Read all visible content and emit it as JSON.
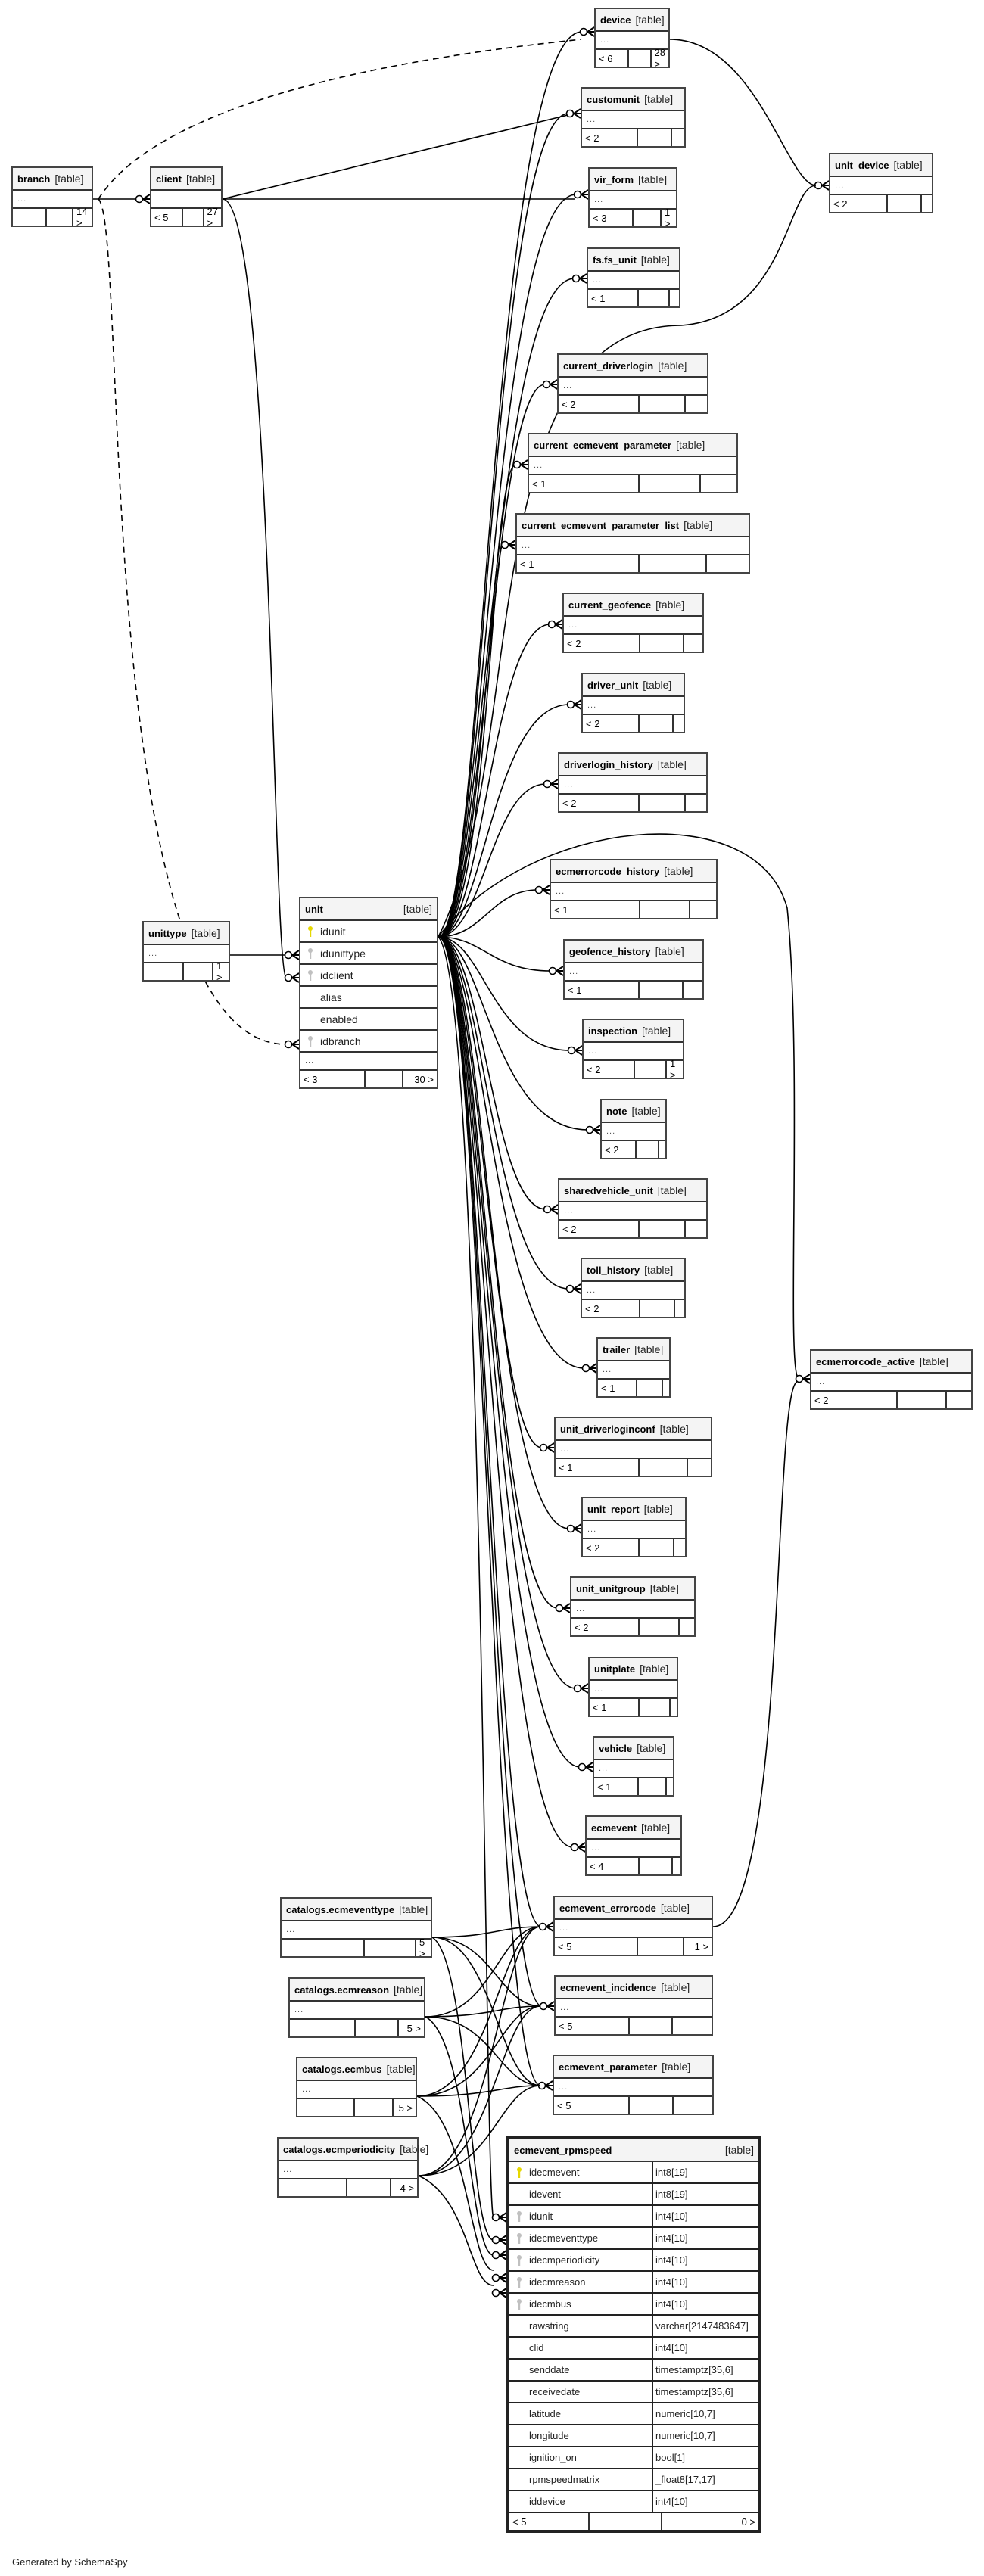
{
  "footer": {
    "generated_by": "Generated by SchemaSpy"
  },
  "type_label": "[table]",
  "ellipsis": "...",
  "tables": {
    "device": {
      "name": "device",
      "footer": [
        "< 6",
        "",
        "28 >"
      ]
    },
    "customunit": {
      "name": "customunit",
      "footer": [
        "< 2",
        "",
        ""
      ]
    },
    "vir_form": {
      "name": "vir_form",
      "footer": [
        "< 3",
        "",
        "1 >"
      ]
    },
    "fs_unit": {
      "name": "fs.fs_unit",
      "footer": [
        "< 1",
        "",
        ""
      ]
    },
    "unit_device": {
      "name": "unit_device",
      "footer": [
        "< 2",
        "",
        ""
      ]
    },
    "branch": {
      "name": "branch",
      "footer": [
        "",
        "",
        "14 >"
      ]
    },
    "client": {
      "name": "client",
      "footer": [
        "< 5",
        "",
        "27 >"
      ]
    },
    "current_driverlogin": {
      "name": "current_driverlogin",
      "footer": [
        "< 2",
        "",
        ""
      ]
    },
    "current_ecmevent_parameter": {
      "name": "current_ecmevent_parameter",
      "footer": [
        "< 1",
        "",
        ""
      ]
    },
    "current_ecmevent_parameter_list": {
      "name": "current_ecmevent_parameter_list",
      "footer": [
        "< 1",
        "",
        ""
      ]
    },
    "current_geofence": {
      "name": "current_geofence",
      "footer": [
        "< 2",
        "",
        ""
      ]
    },
    "driver_unit": {
      "name": "driver_unit",
      "footer": [
        "< 2",
        "",
        ""
      ]
    },
    "driverlogin_history": {
      "name": "driverlogin_history",
      "footer": [
        "< 2",
        "",
        ""
      ]
    },
    "ecmerrorcode_history": {
      "name": "ecmerrorcode_history",
      "footer": [
        "< 1",
        "",
        ""
      ]
    },
    "geofence_history": {
      "name": "geofence_history",
      "footer": [
        "< 1",
        "",
        ""
      ]
    },
    "inspection": {
      "name": "inspection",
      "footer": [
        "< 2",
        "",
        "1 >"
      ]
    },
    "note": {
      "name": "note",
      "footer": [
        "< 2",
        "",
        ""
      ]
    },
    "sharedvehicle_unit": {
      "name": "sharedvehicle_unit",
      "footer": [
        "< 2",
        "",
        ""
      ]
    },
    "toll_history": {
      "name": "toll_history",
      "footer": [
        "< 2",
        "",
        ""
      ]
    },
    "trailer": {
      "name": "trailer",
      "footer": [
        "< 1",
        "",
        ""
      ]
    },
    "unit_driverloginconf": {
      "name": "unit_driverloginconf",
      "footer": [
        "< 1",
        "",
        ""
      ]
    },
    "unit_report": {
      "name": "unit_report",
      "footer": [
        "< 2",
        "",
        ""
      ]
    },
    "unit_unitgroup": {
      "name": "unit_unitgroup",
      "footer": [
        "< 2",
        "",
        ""
      ]
    },
    "unitplate": {
      "name": "unitplate",
      "footer": [
        "< 1",
        "",
        ""
      ]
    },
    "vehicle": {
      "name": "vehicle",
      "footer": [
        "< 1",
        "",
        ""
      ]
    },
    "ecmevent": {
      "name": "ecmevent",
      "footer": [
        "< 4",
        "",
        ""
      ]
    },
    "ecmevent_errorcode": {
      "name": "ecmevent_errorcode",
      "footer": [
        "< 5",
        "",
        "1 >"
      ]
    },
    "ecmevent_incidence": {
      "name": "ecmevent_incidence",
      "footer": [
        "< 5",
        "",
        ""
      ]
    },
    "ecmevent_parameter": {
      "name": "ecmevent_parameter",
      "footer": [
        "< 5",
        "",
        ""
      ]
    },
    "ecmerrorcode_active": {
      "name": "ecmerrorcode_active",
      "footer": [
        "< 2",
        "",
        ""
      ]
    },
    "unittype": {
      "name": "unittype",
      "footer": [
        "",
        "",
        "1 >"
      ]
    },
    "catalogs_ecmeventtype": {
      "name": "catalogs.ecmeventtype",
      "footer": [
        "",
        "",
        "5 >"
      ]
    },
    "catalogs_ecmreason": {
      "name": "catalogs.ecmreason",
      "footer": [
        "",
        "",
        "5 >"
      ]
    },
    "catalogs_ecmbus": {
      "name": "catalogs.ecmbus",
      "footer": [
        "",
        "",
        "5 >"
      ]
    },
    "catalogs_ecmperiodicity": {
      "name": "catalogs.ecmperiodicity",
      "footer": [
        "",
        "",
        "4 >"
      ]
    },
    "unit": {
      "name": "unit",
      "columns": [
        {
          "name": "idunit",
          "key": "primary"
        },
        {
          "name": "idunittype",
          "key": "foreign"
        },
        {
          "name": "idclient",
          "key": "foreign"
        },
        {
          "name": "alias",
          "key": ""
        },
        {
          "name": "enabled",
          "key": ""
        },
        {
          "name": "idbranch",
          "key": "foreign"
        }
      ],
      "footer": [
        "< 3",
        "",
        "30 >"
      ]
    },
    "ecmevent_rpmspeed": {
      "name": "ecmevent_rpmspeed",
      "columns": [
        {
          "name": "idecmevent",
          "type": "int8[19]",
          "key": "primary"
        },
        {
          "name": "idevent",
          "type": "int8[19]",
          "key": ""
        },
        {
          "name": "idunit",
          "type": "int4[10]",
          "key": "foreign"
        },
        {
          "name": "idecmeventtype",
          "type": "int4[10]",
          "key": "foreign"
        },
        {
          "name": "idecmperiodicity",
          "type": "int4[10]",
          "key": "foreign"
        },
        {
          "name": "idecmreason",
          "type": "int4[10]",
          "key": "foreign"
        },
        {
          "name": "idecmbus",
          "type": "int4[10]",
          "key": "foreign"
        },
        {
          "name": "rawstring",
          "type": "varchar[2147483647]",
          "key": ""
        },
        {
          "name": "clid",
          "type": "int4[10]",
          "key": ""
        },
        {
          "name": "senddate",
          "type": "timestamptz[35,6]",
          "key": ""
        },
        {
          "name": "receivedate",
          "type": "timestamptz[35,6]",
          "key": ""
        },
        {
          "name": "latitude",
          "type": "numeric[10,7]",
          "key": ""
        },
        {
          "name": "longitude",
          "type": "numeric[10,7]",
          "key": ""
        },
        {
          "name": "ignition_on",
          "type": "bool[1]",
          "key": ""
        },
        {
          "name": "rpmspeedmatrix",
          "type": "_float8[17,17]",
          "key": ""
        },
        {
          "name": "iddevice",
          "type": "int4[10]",
          "key": ""
        }
      ],
      "footer": [
        "< 5",
        "",
        "0 >"
      ]
    }
  },
  "colors": {
    "primary_key": "#e6d800",
    "foreign_key": "#c0c0c0",
    "header_bg": "#f4f4f4",
    "line": "#000000"
  }
}
